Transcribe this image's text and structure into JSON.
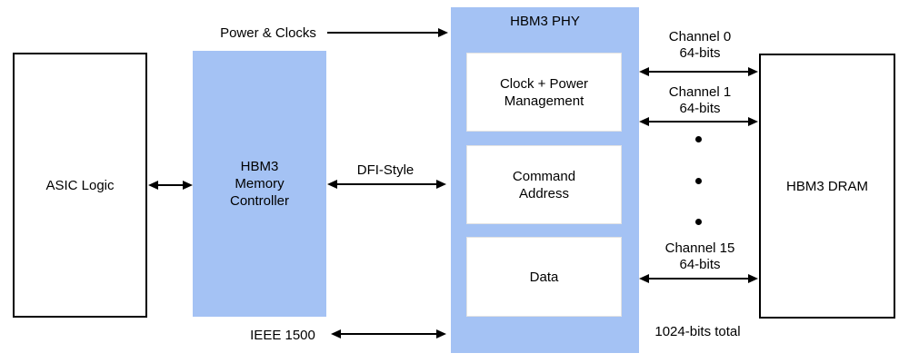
{
  "blocks": {
    "asic": {
      "label": "ASIC Logic"
    },
    "controller": {
      "lines": [
        "HBM3",
        "Memory",
        "Controller"
      ]
    },
    "phy": {
      "title": "HBM3 PHY",
      "clock_power": {
        "lines": [
          "Clock + Power",
          "Management"
        ]
      },
      "command_address": {
        "lines": [
          "Command",
          "Address"
        ]
      },
      "data": {
        "label": "Data"
      }
    },
    "dram": {
      "label": "HBM3 DRAM"
    }
  },
  "connections": {
    "power_clocks": {
      "label": "Power & Clocks"
    },
    "dfi": {
      "label": "DFI-Style"
    },
    "ieee": {
      "label": "IEEE 1500"
    },
    "channels": [
      {
        "name": "Channel 0",
        "bus_width": "64-bits"
      },
      {
        "name": "Channel 1",
        "bus_width": "64-bits"
      },
      {
        "name": "Channel 15",
        "bus_width": "64-bits"
      }
    ],
    "total_width": {
      "label": "1024-bits total"
    }
  },
  "colors": {
    "block_fill": "#a4c2f4",
    "arrow": "#000000",
    "border": "#000000"
  }
}
